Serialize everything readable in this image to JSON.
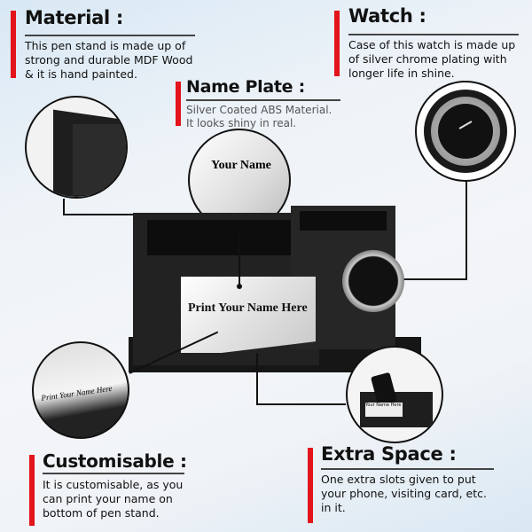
{
  "material": {
    "title": "Material :",
    "body": "This pen stand is made up of\nstrong and durable MDF Wood\n& it is hand painted."
  },
  "watch": {
    "title": "Watch :",
    "body": "Case of this watch is made up\nof silver chrome plating with\nlonger life in shine."
  },
  "name_plate": {
    "title": "Name Plate :",
    "body": "Silver Coated ABS Material.\nIt looks shiny in real.",
    "circle_text": "Your Name"
  },
  "product": {
    "plate_text": "Print Your Name Here"
  },
  "customisable": {
    "title": "Customisable :",
    "body": "It is customisable, as you\ncan print your name on\nbottom of pen stand.",
    "circle_text": "Print Your Name Here"
  },
  "extra_space": {
    "title": "Extra Space :",
    "body": "One extra slots given to put\nyour phone, visiting card, etc.\nin it.",
    "circle_text": "Your Name Here"
  },
  "colors": {
    "accent": "#e3141b",
    "product": "#1c1c1c"
  }
}
